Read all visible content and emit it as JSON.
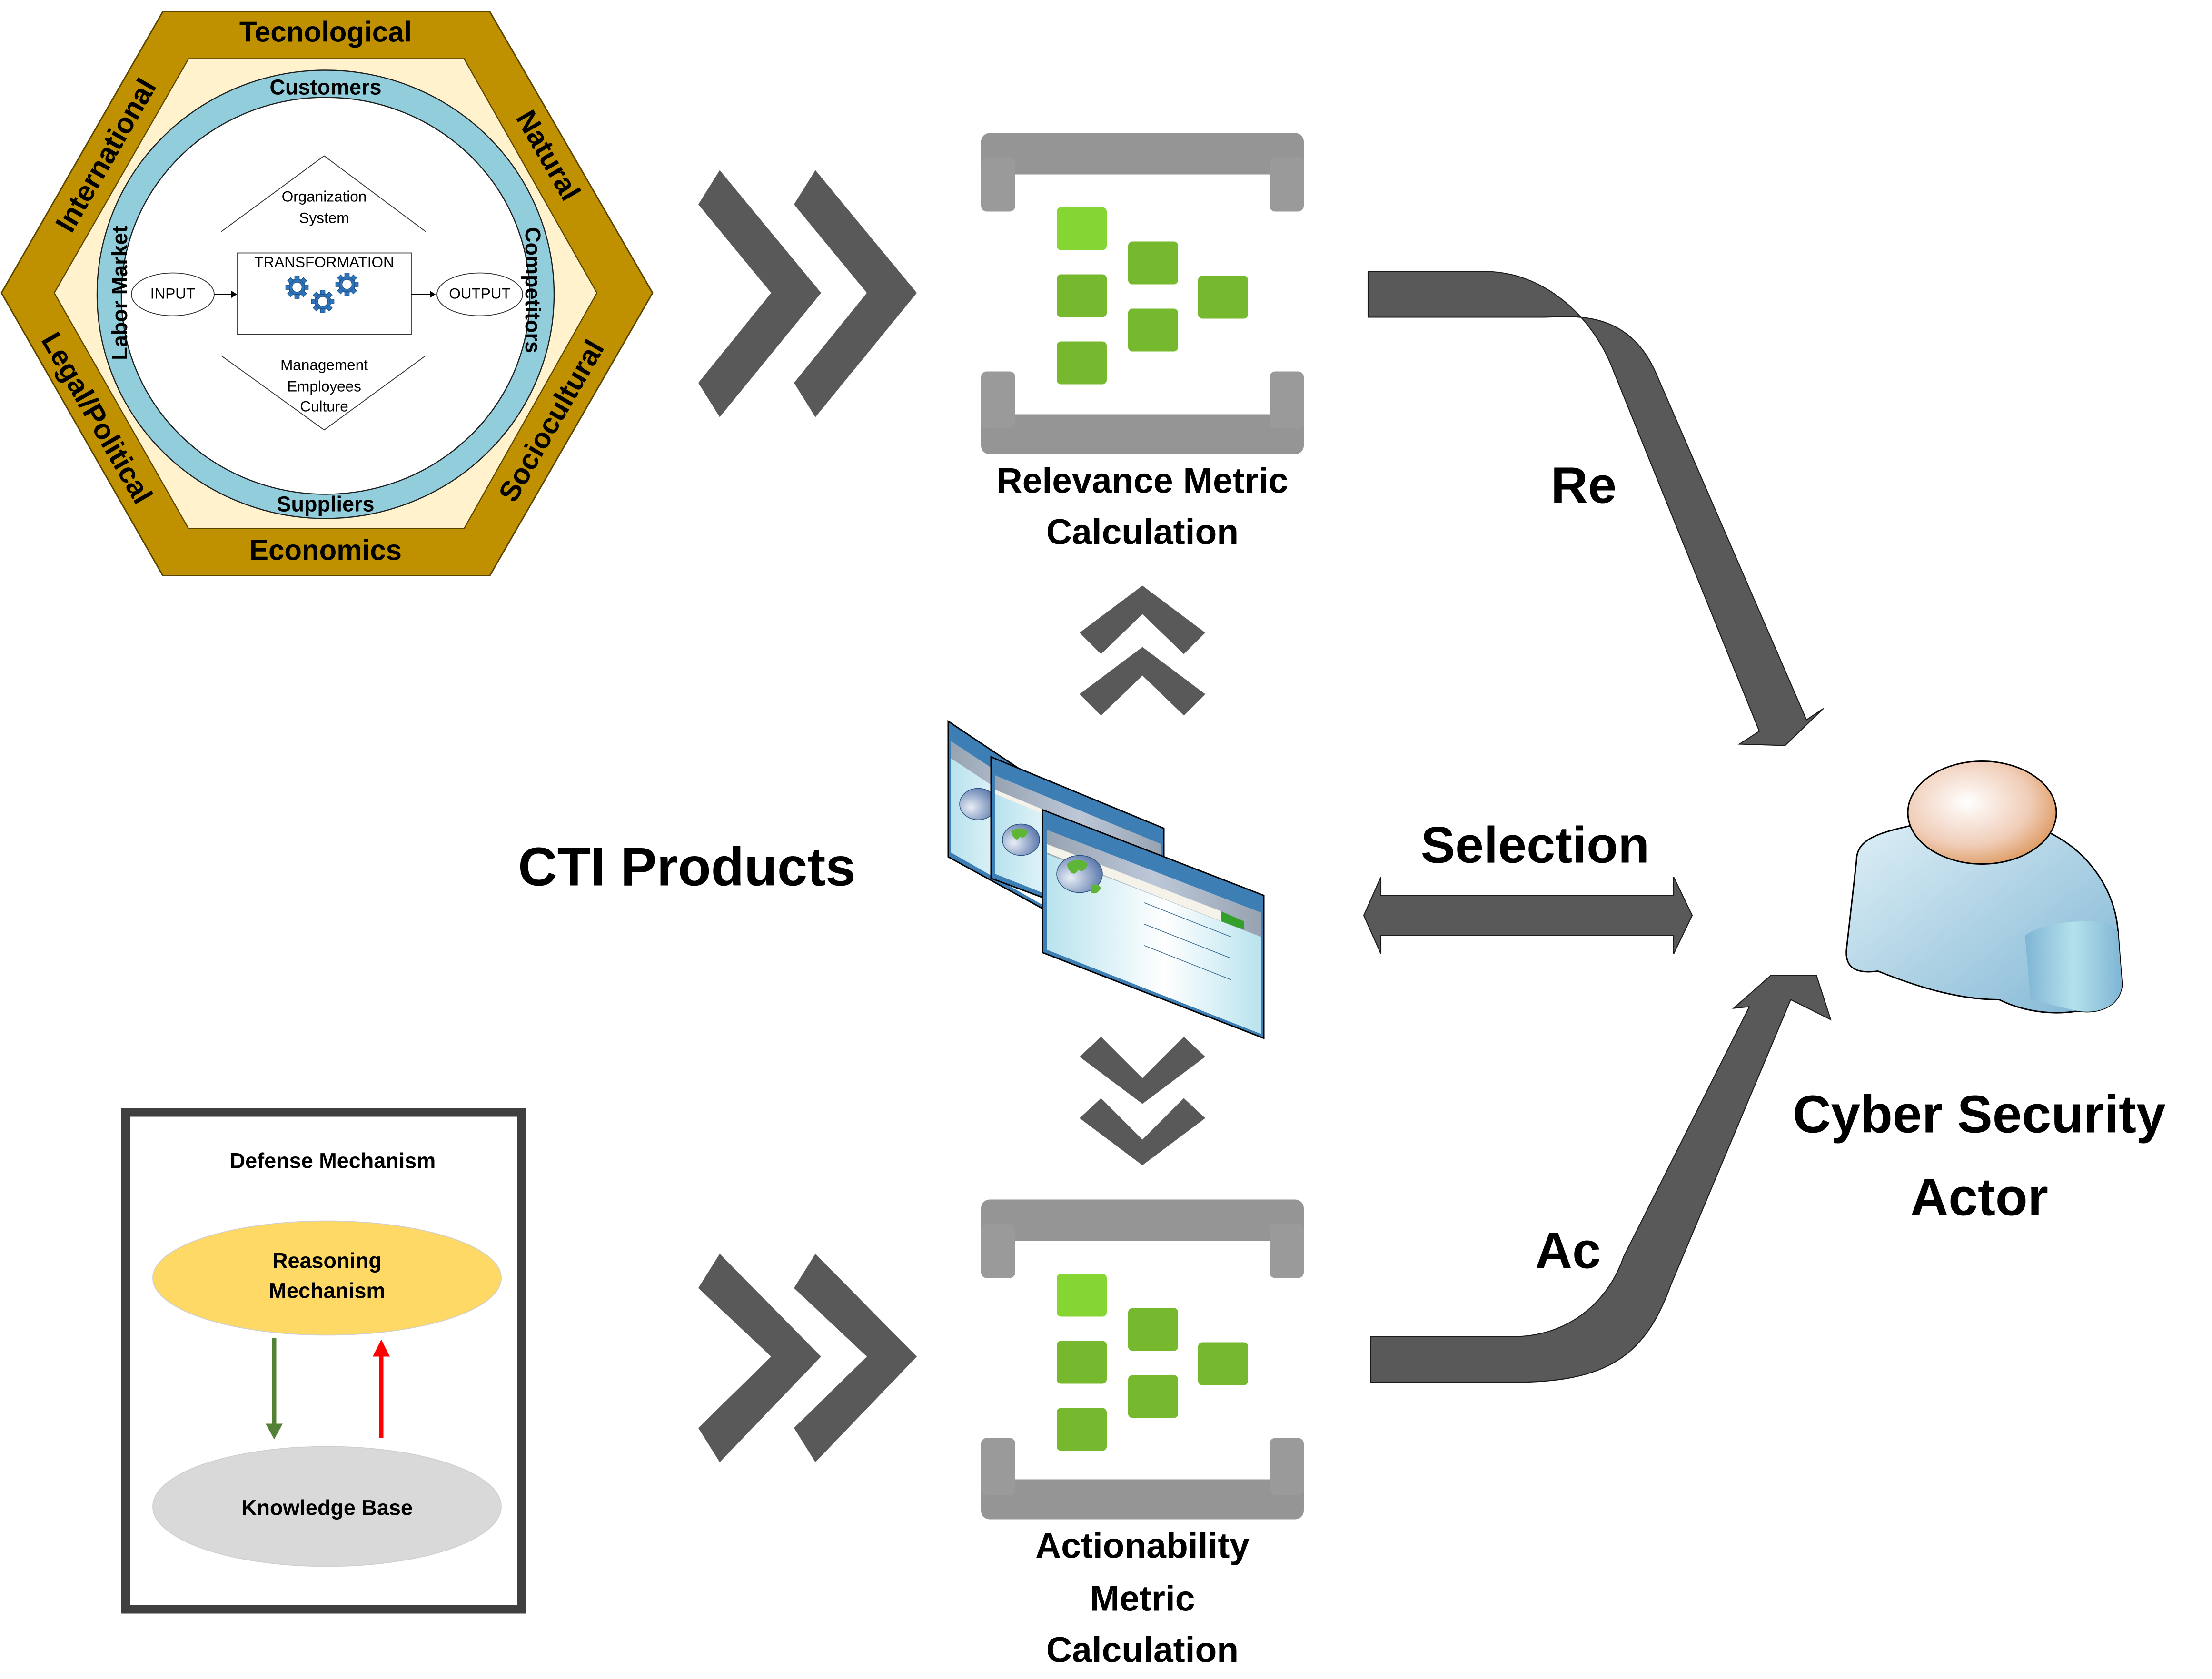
{
  "environment_model": {
    "outer_hexagon": {
      "top": "Tecnological",
      "upper_left": "International",
      "upper_right": "Natural",
      "lower_left": "Legal/Political",
      "lower_right": "Sociocultural",
      "bottom": "Economics",
      "color": "#BF9000"
    },
    "ring": {
      "top": "Customers",
      "bottom": "Suppliers",
      "left": "Labor Market",
      "right": "Competitors",
      "color": "#92CDDC"
    },
    "core": {
      "upper_triangle_lines": [
        "Organization",
        "System"
      ],
      "lower_triangle_lines": [
        "Management",
        "Employees",
        "Culture"
      ],
      "input": "INPUT",
      "transformation": "TRANSFORMATION",
      "output": "OUTPUT",
      "gear_icon": "gears-icon"
    }
  },
  "relevance": {
    "label_lines": [
      "Relevance Metric",
      "Calculation"
    ],
    "icon": "metric-calculation-icon"
  },
  "actionability": {
    "label_lines": [
      "Actionability",
      "Metric",
      "Calculation"
    ],
    "icon": "metric-calculation-icon"
  },
  "cti": {
    "label": "CTI Products",
    "icon": "browser-windows-icon"
  },
  "defense": {
    "title": "Defense Mechanism",
    "reasoning_lines": [
      "Reasoning",
      "Mechanism"
    ],
    "knowledge_base": "Knowledge Base",
    "down_arrow_color": "#538135",
    "up_arrow_color": "#FF0000"
  },
  "flows": {
    "relevance_arrow_label": "Re",
    "selection_label": "Selection",
    "actionability_arrow_label": "Ac",
    "arrow_color": "#595959"
  },
  "actor": {
    "label_lines": [
      "Cyber Security",
      "Actor"
    ],
    "icon": "user-icon"
  }
}
